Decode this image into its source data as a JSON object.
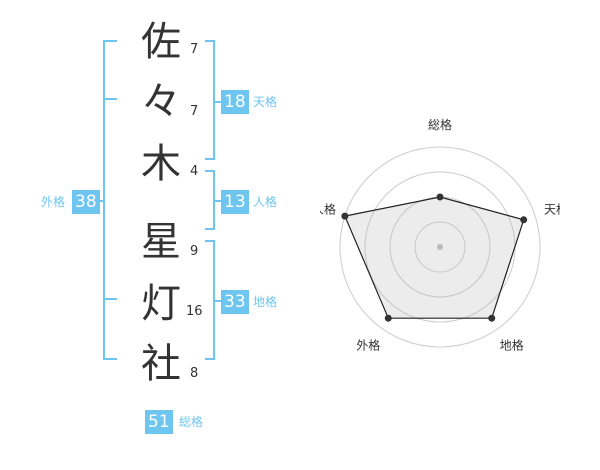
{
  "name": {
    "chars": [
      {
        "char": "佐",
        "strokes": "7"
      },
      {
        "char": "々",
        "strokes": "7"
      },
      {
        "char": "木",
        "strokes": "4"
      },
      {
        "char": "星",
        "strokes": "9"
      },
      {
        "char": "灯",
        "strokes": "16"
      },
      {
        "char": "社",
        "strokes": "8"
      }
    ]
  },
  "scores": {
    "tenkaku": {
      "value": "18",
      "label": "天格"
    },
    "jinkaku": {
      "value": "13",
      "label": "人格"
    },
    "chikaku": {
      "value": "33",
      "label": "地格"
    },
    "gaikaku": {
      "value": "38",
      "label": "外格"
    },
    "soukaku": {
      "value": "51",
      "label": "総格"
    }
  },
  "colors": {
    "accent": "#6ec6f0",
    "text": "#333333"
  },
  "chart_data": {
    "type": "radar",
    "axes": [
      "総格",
      "天格",
      "地格",
      "外格",
      "人格"
    ],
    "values": [
      0.5,
      0.88,
      0.88,
      0.88,
      1.0
    ],
    "rings": 4,
    "range": [
      0,
      1
    ]
  }
}
